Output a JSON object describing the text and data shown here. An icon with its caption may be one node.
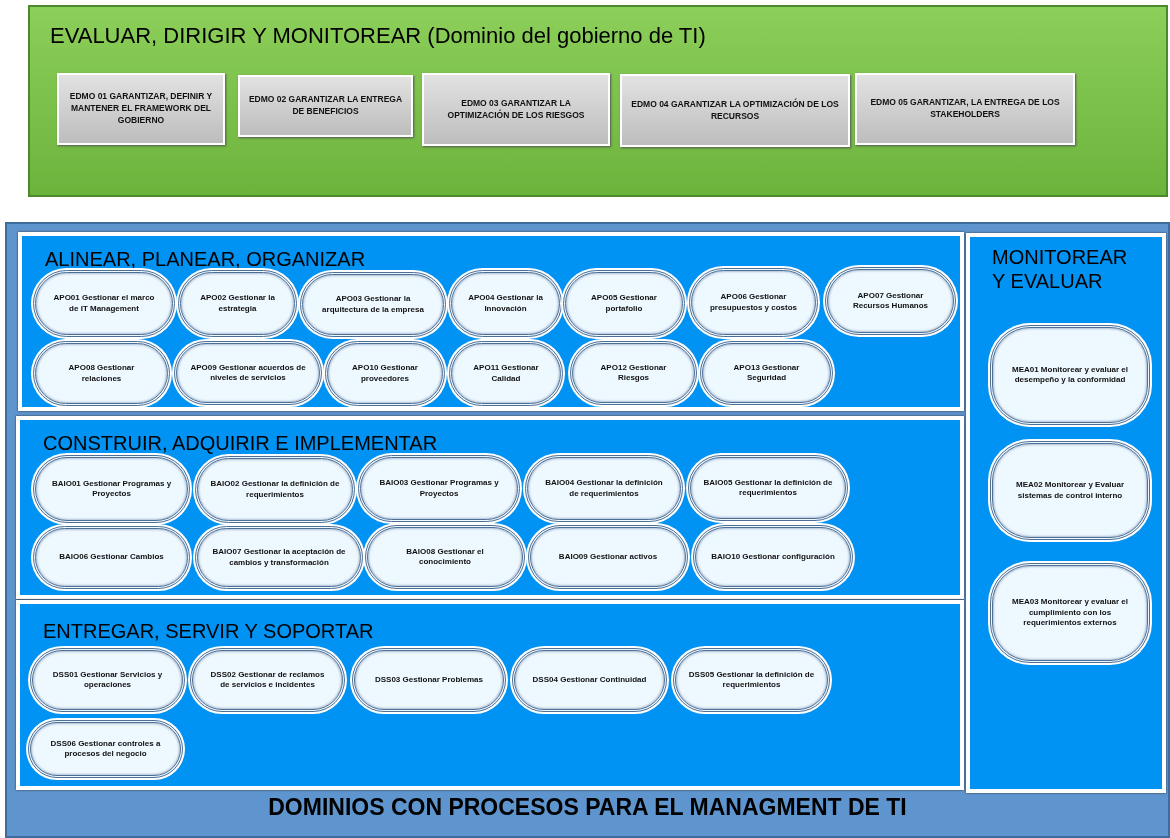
{
  "diagram": {
    "nodes": [
      {
        "text": [
          "EVALUAR, DIRIGIR Y MONITOREAR (Dominio del gobierno de TI)"
        ]
      },
      {
        "text": [
          "EDMO 01 GARANTIZAR, DEFINIR Y MANTENER EL FRAMEWORK DEL GOBIERNO"
        ],
        "in": 0
      },
      {
        "text": [
          "EDMO 02 GARANTIZAR LA ENTREGA DE BENEFICIOS"
        ],
        "in": 0
      },
      {
        "text": [
          "EDMO 03 GARANTIZAR LA OPTIMIZACIÓN DE LOS RIESGOS"
        ],
        "in": 0
      },
      {
        "text": [
          "EDMO 04 GARANTIZAR LA OPTIMIZACIÓN DE LOS RECURSOS"
        ],
        "in": 0
      },
      {
        "text": [
          "EDMO 05 GARANTIZAR, LA ENTREGA DE LOS STAKEHOLDERS"
        ],
        "in": 0
      },
      {
        "text": [
          "DOMINIOS CON PROCESOS PARA EL MANAGMENT DE TI"
        ]
      },
      {
        "text": [
          "ALINEAR, PLANEAR, ORGANIZAR"
        ],
        "in": 6
      },
      {
        "text": [
          "APO01 Gestionar el marco de IT Management"
        ],
        "in": 7
      },
      {
        "text": [
          "APO02 Gestionar la estrategia"
        ],
        "in": 7
      },
      {
        "text": [
          "APO03 Gestionar la arquitectura de la empresa"
        ],
        "in": 7
      },
      {
        "text": [
          "APO04 Gestionar la Innovación"
        ],
        "in": 7
      },
      {
        "text": [
          "APO05 Gestionar portafolio"
        ],
        "in": 7
      },
      {
        "text": [
          "APO06 Gestionar presupuestos y costos"
        ],
        "in": 7
      },
      {
        "text": [
          "APO07 Gestionar Recursos Humanos"
        ],
        "in": 7
      },
      {
        "text": [
          "APO08 Gestionar relaciones"
        ],
        "in": 7
      },
      {
        "text": [
          "APO09 Gestionar acuerdos de niveles de servicios"
        ],
        "in": 7
      },
      {
        "text": [
          "APO10 Gestionar proveedores"
        ],
        "in": 7
      },
      {
        "text": [
          "APO11 Gestionar Calidad"
        ],
        "in": 7
      },
      {
        "text": [
          "APO12 Gestionar Riesgos"
        ],
        "in": 7
      },
      {
        "text": [
          "APO13 Gestionar Seguridad"
        ],
        "in": 7
      },
      {
        "text": [
          "CONSTRUIR, ADQUIRIR E IMPLEMENTAR"
        ],
        "in": 6
      },
      {
        "text": [
          "BAIO01 Gestionar Programas y Proyectos"
        ],
        "in": 21
      },
      {
        "text": [
          "BAIO02 Gestionar la definición de requerimientos"
        ],
        "in": 21
      },
      {
        "text": [
          "BAIO03 Gestionar Programas y Proyectos"
        ],
        "in": 21
      },
      {
        "text": [
          "BAIO04 Gestionar la definición de requerimientos"
        ],
        "in": 21
      },
      {
        "text": [
          "BAIO05 Gestionar la definición de requerimientos"
        ],
        "in": 21
      },
      {
        "text": [
          "BAIO06 Gestionar Cambios"
        ],
        "in": 21
      },
      {
        "text": [
          "BAIO07 Gestionar la aceptación de cambios y transformación"
        ],
        "in": 21
      },
      {
        "text": [
          "BAIO08 Gestionar el conocimiento"
        ],
        "in": 21
      },
      {
        "text": [
          "BAIO09 Gestionar activos"
        ],
        "in": 21
      },
      {
        "text": [
          "BAIO10 Gestionar configuración"
        ],
        "in": 21
      },
      {
        "text": [
          "ENTREGAR, SERVIR Y SOPORTAR"
        ],
        "in": 6
      },
      {
        "text": [
          "DSS01 Gestionar Servicios y operaciones"
        ],
        "in": 32
      },
      {
        "text": [
          "DSS02 Gestionar de reclamos de servicios e incidentes"
        ],
        "in": 32
      },
      {
        "text": [
          "DSS03 Gestionar Problemas"
        ],
        "in": 32
      },
      {
        "text": [
          "DSS04 Gestionar Continuidad"
        ],
        "in": 32
      },
      {
        "text": [
          "DSS05 Gestionar la definición de requerimientos"
        ],
        "in": 32
      },
      {
        "text": [
          "DSS06 Gestionar controles a procesos del negocio"
        ],
        "in": 32
      },
      {
        "text": [
          "MONITOREAR Y EVALUAR"
        ],
        "in": 6
      },
      {
        "text": [
          "MEA01 Monitorear y evaluar el desempeño y la conformidad"
        ],
        "in": 39
      },
      {
        "text": [
          "MEA02 Monitorear y Evaluar sistemas de control interno"
        ],
        "in": 39
      },
      {
        "text": [
          "MEA03 Monitorear y evaluar el cumplimiento con los requerimientos externos"
        ],
        "in": 39
      }
    ]
  }
}
